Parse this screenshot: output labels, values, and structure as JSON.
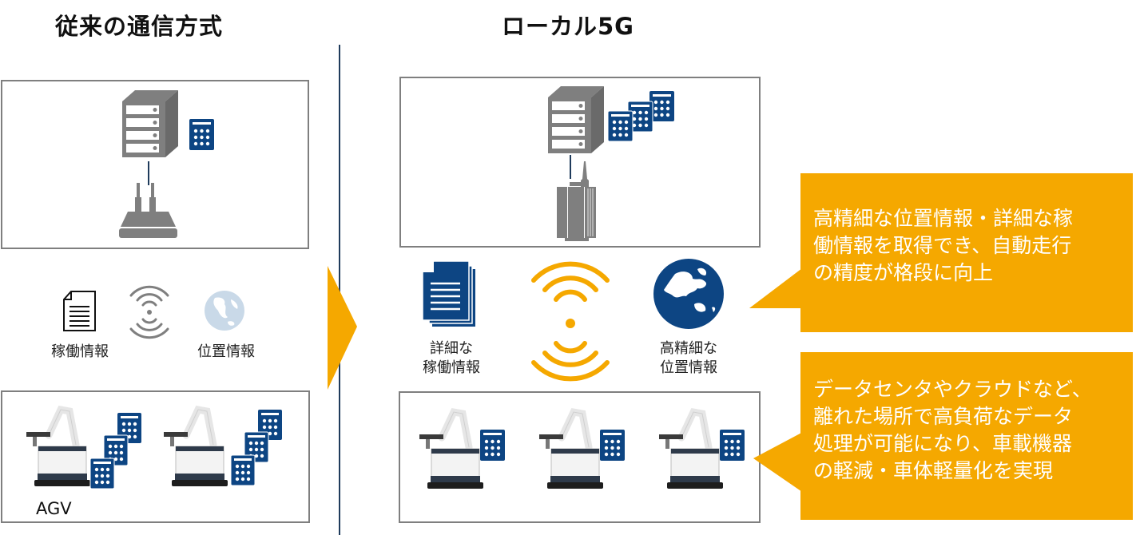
{
  "colors": {
    "accent_orange": "#f5a800",
    "navy": "#0d4583",
    "gray_icon": "#7f7f7f",
    "divider": "#1f3b5c",
    "globe_light": "#c9d9e8"
  },
  "left": {
    "title": "従来の通信方式",
    "server_box": {
      "icons": [
        "server-icon",
        "calculator-icon",
        "router-icon"
      ]
    },
    "info": [
      {
        "icon": "document-icon",
        "label": "稼働情報"
      },
      {
        "icon": "wireless-signal-icon"
      },
      {
        "icon": "globe-icon",
        "label": "位置情報"
      }
    ],
    "agv_box": {
      "label": "AGV",
      "units": 2,
      "calculators_per_unit": 3
    }
  },
  "right": {
    "title": "ローカル5G",
    "server_box": {
      "icons": [
        "server-icon",
        "calculator-icon",
        "base-station-icon"
      ],
      "calculators": 3
    },
    "info": [
      {
        "icon": "documents-stack-icon",
        "label_line1": "詳細な",
        "label_line2": "稼働情報"
      },
      {
        "icon": "wireless-signal-icon"
      },
      {
        "icon": "globe-icon",
        "label_line1": "高精細な",
        "label_line2": "位置情報"
      }
    ],
    "agv_box": {
      "units": 3,
      "calculators_per_unit": 1
    }
  },
  "callouts": [
    {
      "lines": [
        "高精細な位置情報・詳細な稼",
        "働情報を取得でき、自動走行",
        "の精度が格段に向上"
      ]
    },
    {
      "lines": [
        "データセンタやクラウドなど、",
        "離れた場所で高負荷なデータ",
        "処理が可能になり、車載機器",
        "の軽減・車体軽量化を実現"
      ]
    }
  ]
}
